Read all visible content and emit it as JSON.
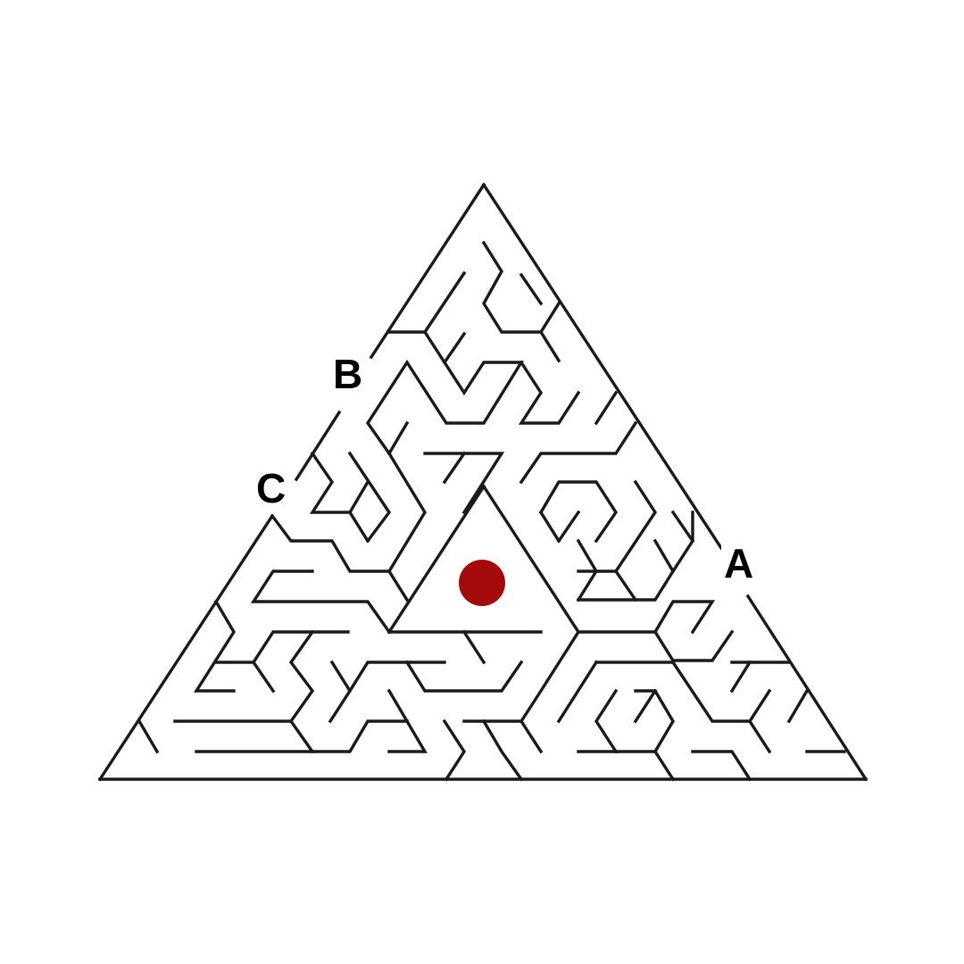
{
  "maze": {
    "entrances": [
      {
        "id": "a",
        "label": "A"
      },
      {
        "id": "b",
        "label": "B"
      },
      {
        "id": "c",
        "label": "C"
      }
    ],
    "wall_color": "#1a1a1a",
    "background_color": "#ffffff",
    "goal_color": "#a50a0a",
    "goal_icon": "red-dot-goal"
  }
}
